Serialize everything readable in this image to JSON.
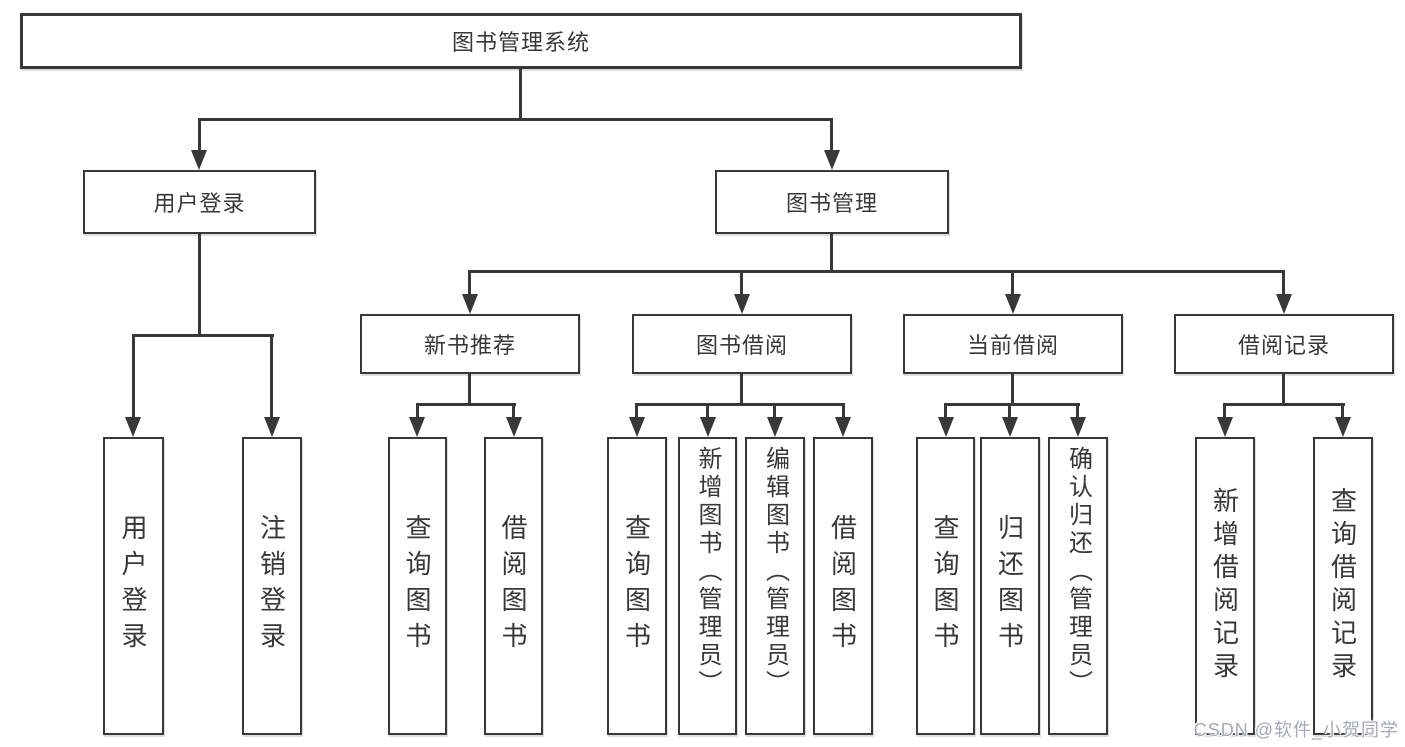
{
  "tree": {
    "root_label": "图书管理系统",
    "branches": [
      {
        "label": "用户登录",
        "children": [
          {
            "label": "用户登录"
          },
          {
            "label": "注销登录"
          }
        ]
      },
      {
        "label": "图书管理",
        "children": [
          {
            "label": "新书推荐",
            "children": [
              {
                "label": "查询图书"
              },
              {
                "label": "借阅图书"
              }
            ]
          },
          {
            "label": "图书借阅",
            "children": [
              {
                "label": "查询图书"
              },
              {
                "label": "新增图书（管理员）"
              },
              {
                "label": "编辑图书（管理员）"
              },
              {
                "label": "借阅图书"
              }
            ]
          },
          {
            "label": "当前借阅",
            "children": [
              {
                "label": "查询图书"
              },
              {
                "label": "归还图书"
              },
              {
                "label": "确认归还（管理员）"
              }
            ]
          },
          {
            "label": "借阅记录",
            "children": [
              {
                "label": "新增借阅记录"
              },
              {
                "label": "查询借阅记录"
              }
            ]
          }
        ]
      }
    ]
  },
  "watermark": {
    "text": "CSDN @软件_小贺同学"
  },
  "colors": {
    "line": "#383838",
    "text": "#383838",
    "background": "#ffffff",
    "watermark": "#a6aab0"
  }
}
